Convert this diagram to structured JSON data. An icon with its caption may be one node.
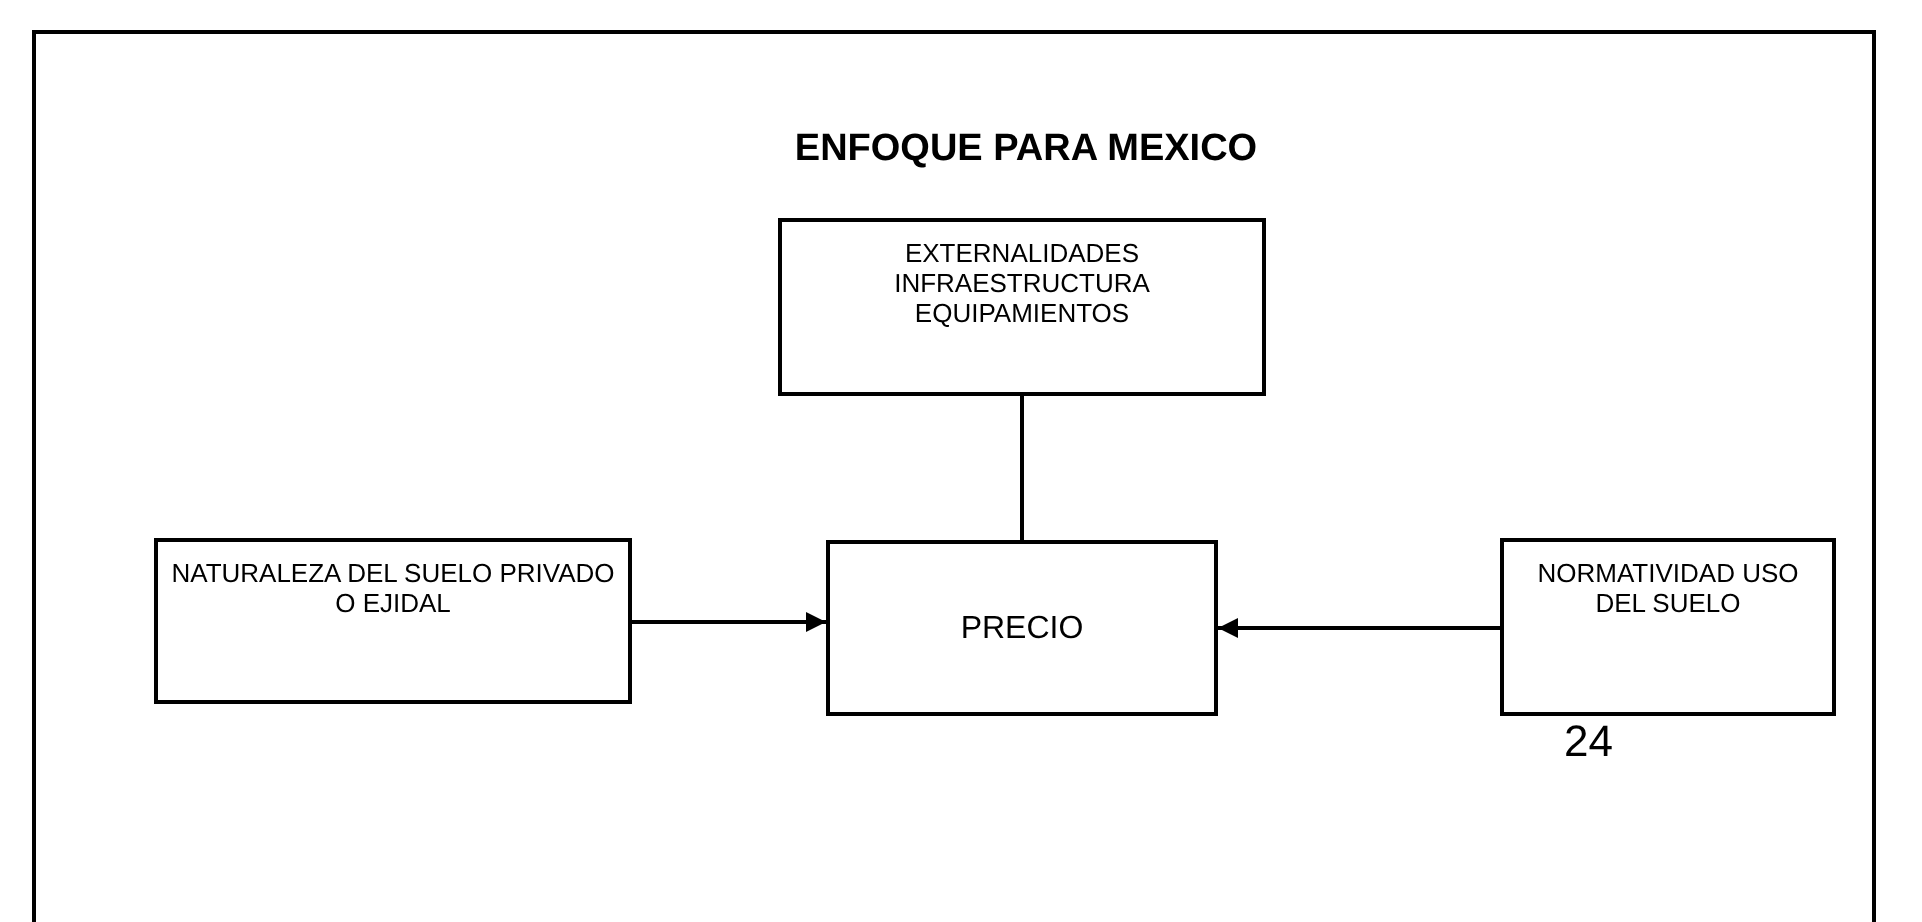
{
  "diagram": {
    "title": "ENFOQUE PARA MEXICO",
    "nodes": [
      {
        "text": [
          "EXTERNALIDADES INFRAESTRUCTURA EQUIPAMIENTOS"
        ]
      },
      {
        "text": [
          "NATURALEZA DEL SUELO PRIVADO O EJIDAL"
        ]
      },
      {
        "text": [
          "PRECIO"
        ]
      },
      {
        "text": [
          "NORMATIVIDAD USO DEL SUELO"
        ]
      }
    ],
    "edges": [
      {
        "from": 0,
        "to": 2,
        "arrow": "none"
      },
      {
        "from": 1,
        "to": 2,
        "arrow": "to"
      },
      {
        "from": 3,
        "to": 2,
        "arrow": "to"
      }
    ],
    "labels": [
      "24"
    ]
  }
}
